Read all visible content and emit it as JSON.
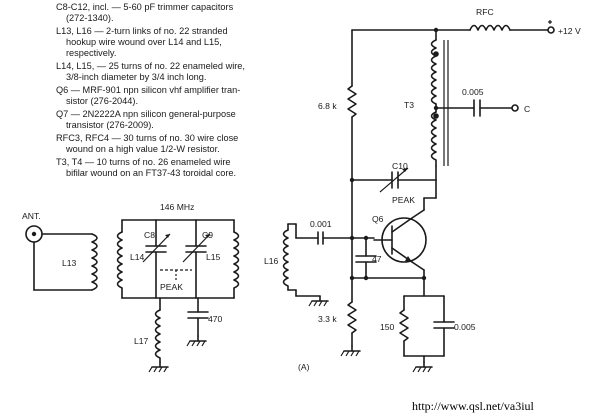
{
  "parts_notes": [
    "C8-C12, incl. — 5-60 pF trimmer capacitors",
    "(272-1340).",
    "L13, L16 — 2-turn links of no. 22 stranded",
    "hookup wire wound over L14 and L15,",
    "respectively.",
    "L14, L15, — 25 turns of no. 22 enameled wire,",
    "3/8-inch diameter by 3/4 inch long.",
    "Q6 — MRF-901 npn silicon vhf amplifier tran-",
    "sistor (276-2044).",
    "Q7 — 2N2222A npn silicon general-purpose",
    "transistor (276-2009).",
    "RFC3, RFC4 — 30 turns of no. 30 wire close",
    "wound on a high value 1/2-W resistor.",
    "T3, T4 — 10 turns of no. 26 enameled wire",
    "bifilar wound on an FT37-43 toroidal core."
  ],
  "labels": {
    "ant": "ANT.",
    "l13": "L13",
    "freq": "146 MHz",
    "c8": "C8",
    "c9": "C9",
    "l14": "L14",
    "l15": "L15",
    "peak1": "PEAK",
    "l17": "L17",
    "c470": "470",
    "l16": "L16",
    "c001": "0.001",
    "c47": "47",
    "q6": "Q6",
    "c10": "C10",
    "peak2": "PEAK",
    "r68k": "6.8 k",
    "r33k": "3.3 k",
    "t3": "T3",
    "c005": "0.005",
    "out_c": "C",
    "rfc": "RFC",
    "supply": "+12 V",
    "r150": "150",
    "c0005": "0.005",
    "fig": "(A)",
    "url": "http://www.qsl.net/va3iul"
  }
}
